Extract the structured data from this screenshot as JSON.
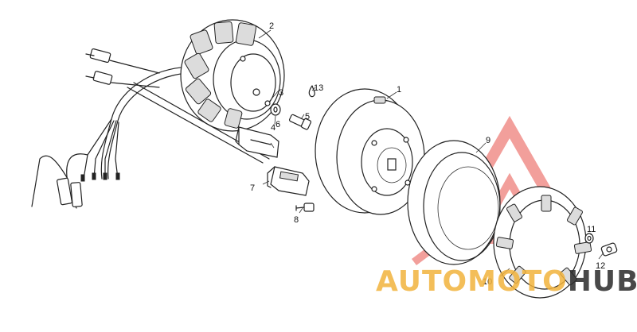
{
  "callouts": {
    "c1": "1",
    "c2": "2",
    "c3": "3",
    "c4": "4",
    "c5": "5",
    "c6": "6",
    "c7": "7",
    "c8": "8",
    "c9": "9",
    "c10": "10",
    "c11": "11",
    "c12": "12",
    "c13": "13"
  },
  "watermark": {
    "part1": "AUTOMOTO",
    "part2": "HUB",
    "color_orange": "#f2b33d",
    "color_red": "#e8514a",
    "color_dark": "#2a2a2a"
  }
}
